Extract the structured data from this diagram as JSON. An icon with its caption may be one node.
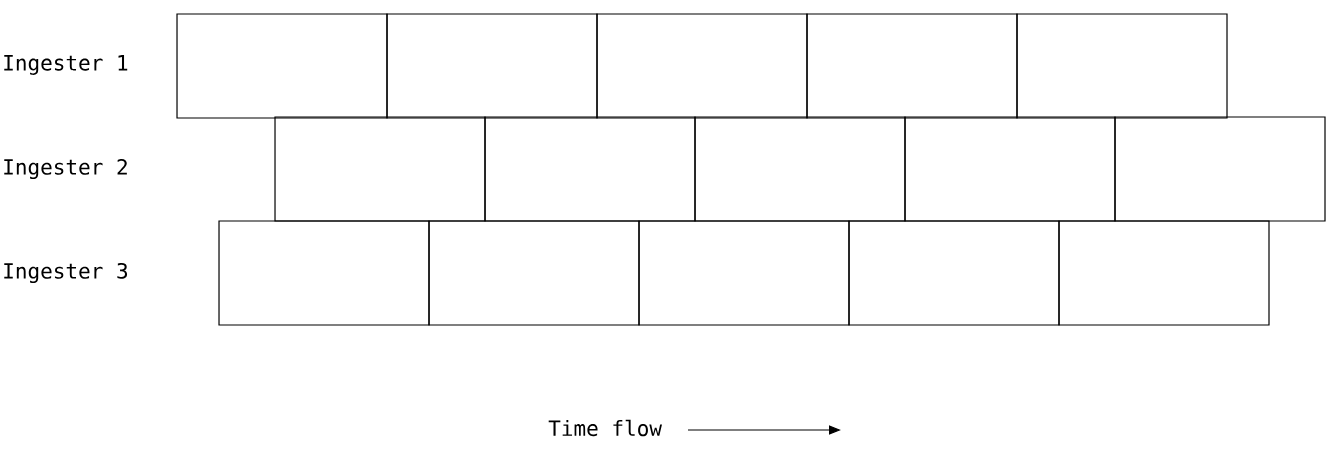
{
  "diagram": {
    "nodes": [
      {
        "text": [],
        "shape": "box"
      },
      {
        "text": [],
        "shape": "box"
      },
      {
        "text": [],
        "shape": "box"
      },
      {
        "text": [],
        "shape": "box"
      },
      {
        "text": [],
        "shape": "box"
      },
      {
        "text": [],
        "shape": "box"
      },
      {
        "text": [],
        "shape": "box"
      },
      {
        "text": [],
        "shape": "box"
      },
      {
        "text": [],
        "shape": "box"
      },
      {
        "text": [],
        "shape": "box"
      },
      {
        "text": [],
        "shape": "box"
      },
      {
        "text": [],
        "shape": "box"
      },
      {
        "text": [],
        "shape": "box"
      },
      {
        "text": [],
        "shape": "box"
      },
      {
        "text": [],
        "shape": "box"
      }
    ],
    "edges": [],
    "labels": [
      "Ingester 1",
      "Ingester 2",
      "Ingester 3",
      "Time flow"
    ]
  }
}
